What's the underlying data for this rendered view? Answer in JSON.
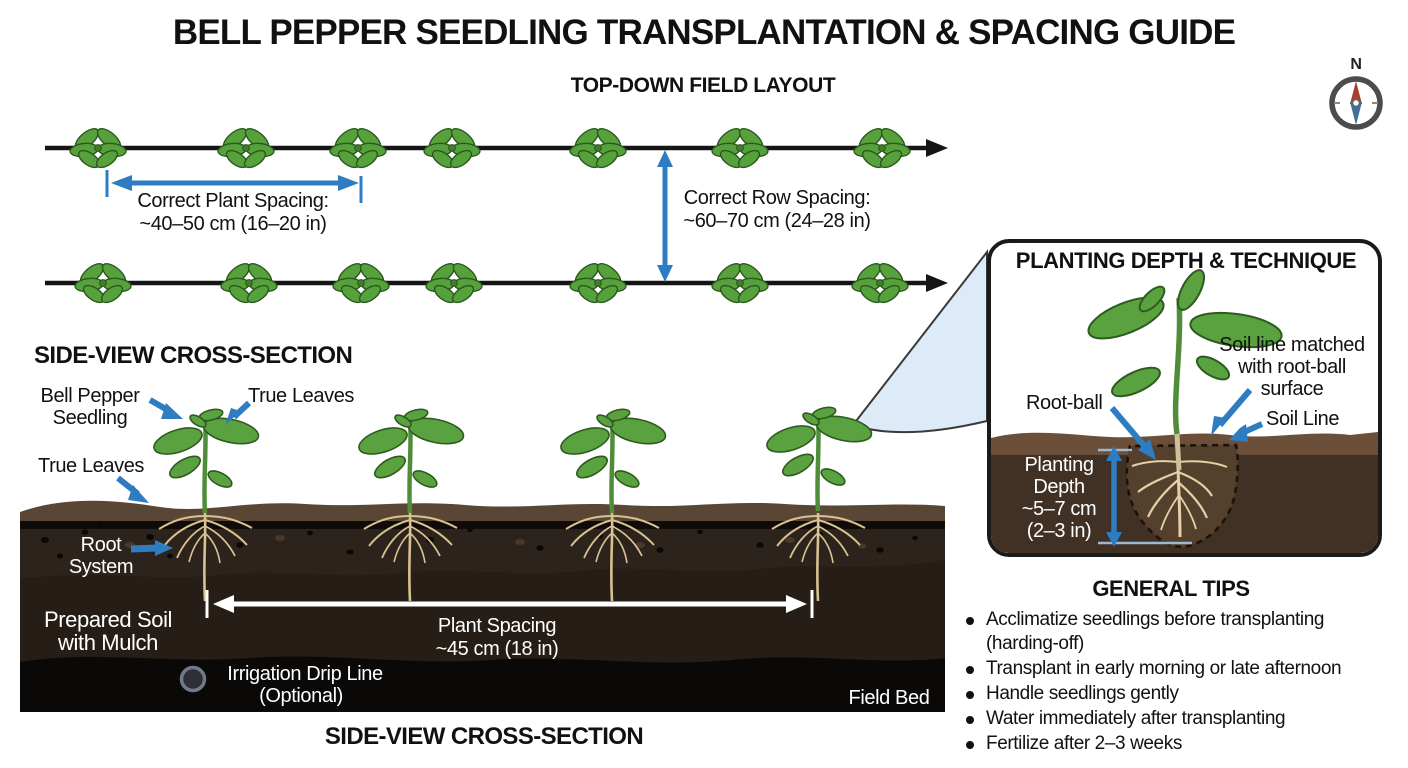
{
  "title": "BELL PEPPER SEEDLING TRANSPLANTATION & SPACING GUIDE",
  "compass": {
    "north_label": "N"
  },
  "top_down": {
    "heading": "TOP-DOWN FIELD LAYOUT",
    "rows": 2,
    "plants_per_row": 7,
    "plant_spacing": {
      "line1": "Correct Plant Spacing:",
      "line2": "~40–50 cm (16–20 in)"
    },
    "row_spacing": {
      "line1": "Correct Row Spacing:",
      "line2": "~60–70 cm (24–28 in)"
    }
  },
  "side_view": {
    "heading": "SIDE-VIEW CROSS-SECTION",
    "labels": {
      "seedling_line1": "Bell Pepper",
      "seedling_line2": "Seedling",
      "true_leaves_top": "True Leaves",
      "true_leaves_left": "True Leaves",
      "root_line1": "Root",
      "root_line2": "System",
      "prepared_soil_line1": "Prepared Soil",
      "prepared_soil_line2": "with Mulch",
      "plant_spacing_line1": "Plant Spacing",
      "plant_spacing_line2": "~45 cm (18 in)",
      "drip_line1": "Irrigation Drip Line",
      "drip_line2": "(Optional)",
      "field_bed": "Field Bed"
    },
    "caption": "SIDE-VIEW CROSS-SECTION"
  },
  "panel": {
    "heading": "PLANTING DEPTH & TECHNIQUE",
    "labels": {
      "root_ball": "Root-ball",
      "soil_match_line1": "Soil line matched",
      "soil_match_line2": "with root-ball",
      "soil_match_line3": "surface",
      "soil_line": "Soil Line",
      "depth_line1": "Planting",
      "depth_line2": "Depth",
      "depth_line3": "~5–7 cm",
      "depth_line4": "(2–3 in)"
    }
  },
  "tips": {
    "heading": "GENERAL TIPS",
    "items": [
      {
        "text": "Acclimatize seedlings before transplanting",
        "cont": "(harding-off)"
      },
      {
        "text": "Transplant in early morning or late afternoon"
      },
      {
        "text": "Handle seedlings gently"
      },
      {
        "text": "Water immediately after transplanting"
      },
      {
        "text": "Fertilize after 2–3 weeks"
      }
    ]
  },
  "colors": {
    "arrow_blue": "#2e7cc2",
    "leaf_green": "#57a13c",
    "mulch_brown": "#5a4634",
    "panel_soil": "#413024",
    "callout_blue": "#dcebf7"
  }
}
